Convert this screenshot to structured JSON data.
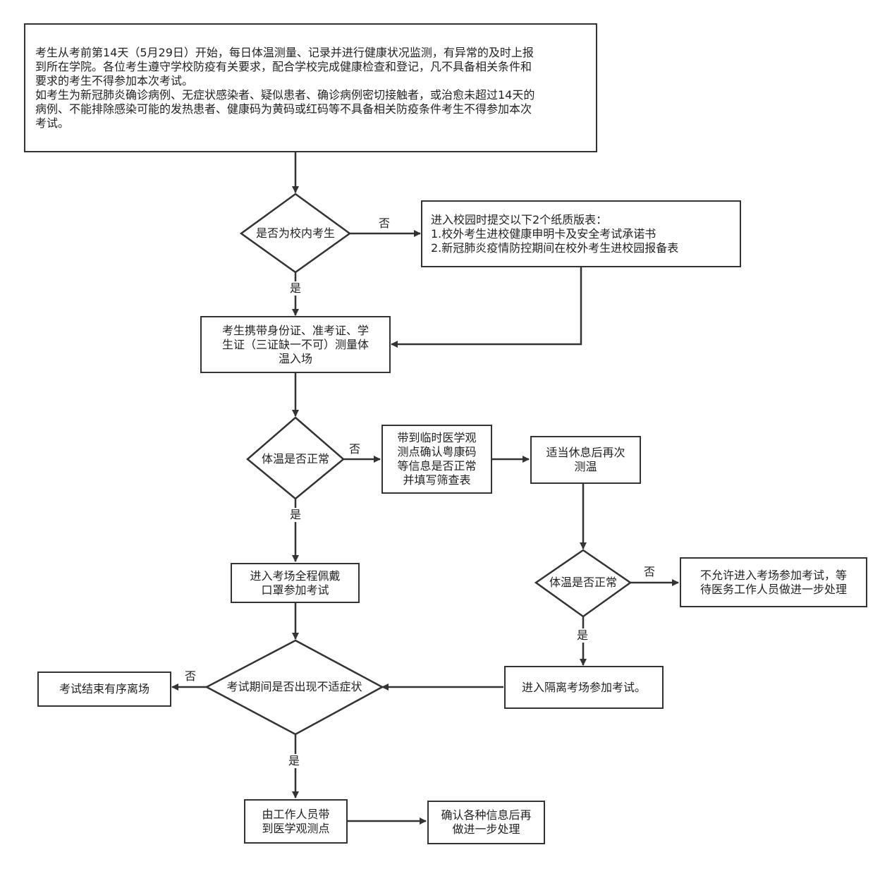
{
  "intro": {
    "lines": [
      "考生从考前第14天（5月29日）开始，每日体温测量、记录并进行健康状况监测，有异常的及时上报",
      "到所在学院。各位考生遵守学校防疫有关要求，配合学校完成健康检查和登记，凡不具备相关条件和",
      "要求的考生不得参加本次考试。",
      "如考生为新冠肺炎确诊病例、无症状感染者、疑似患者、确诊病例密切接触者，或治愈未超过14天的",
      "病例、不能排除感染可能的发热患者、健康码为黄码或红码等不具备相关防疫条件考生不得参加本次",
      "考试。"
    ]
  },
  "decisions": {
    "campus": "是否为校内考生",
    "temp1": "体温是否正常",
    "temp2": "体温是否正常",
    "symptoms": "考试期间是否出现不适症状"
  },
  "boxes": {
    "offcampus": [
      "进入校园时提交以下2个纸质版表：",
      "1.校外考生进校健康申明卡及安全考试承诺书",
      "2.新冠肺炎疫情防控期间在校外考生进校园报备表"
    ],
    "documents": [
      "考生携带身份证、准考证、学",
      "生证（三证缺一不可）测量体",
      "温入场"
    ],
    "medical_check": [
      "带到临时医学观",
      "测点确认粤康码",
      "等信息是否正常",
      "并填写筛查表"
    ],
    "rest": [
      "适当休息后再次",
      "测温"
    ],
    "not_allowed": [
      "不允许进入考场参加考试，等",
      "待医务工作人员做进一步处理"
    ],
    "enter_exam": [
      "进入考场全程佩戴",
      "口罩参加考试"
    ],
    "isolation": [
      "进入隔离考场参加考试。"
    ],
    "leave": [
      "考试结束有序离场"
    ],
    "staff": [
      "由工作人员带",
      "到医学观测点"
    ],
    "confirm": [
      "确认各种信息后再",
      "做进一步处理"
    ]
  },
  "labels": {
    "yes": "是",
    "no": "否"
  }
}
